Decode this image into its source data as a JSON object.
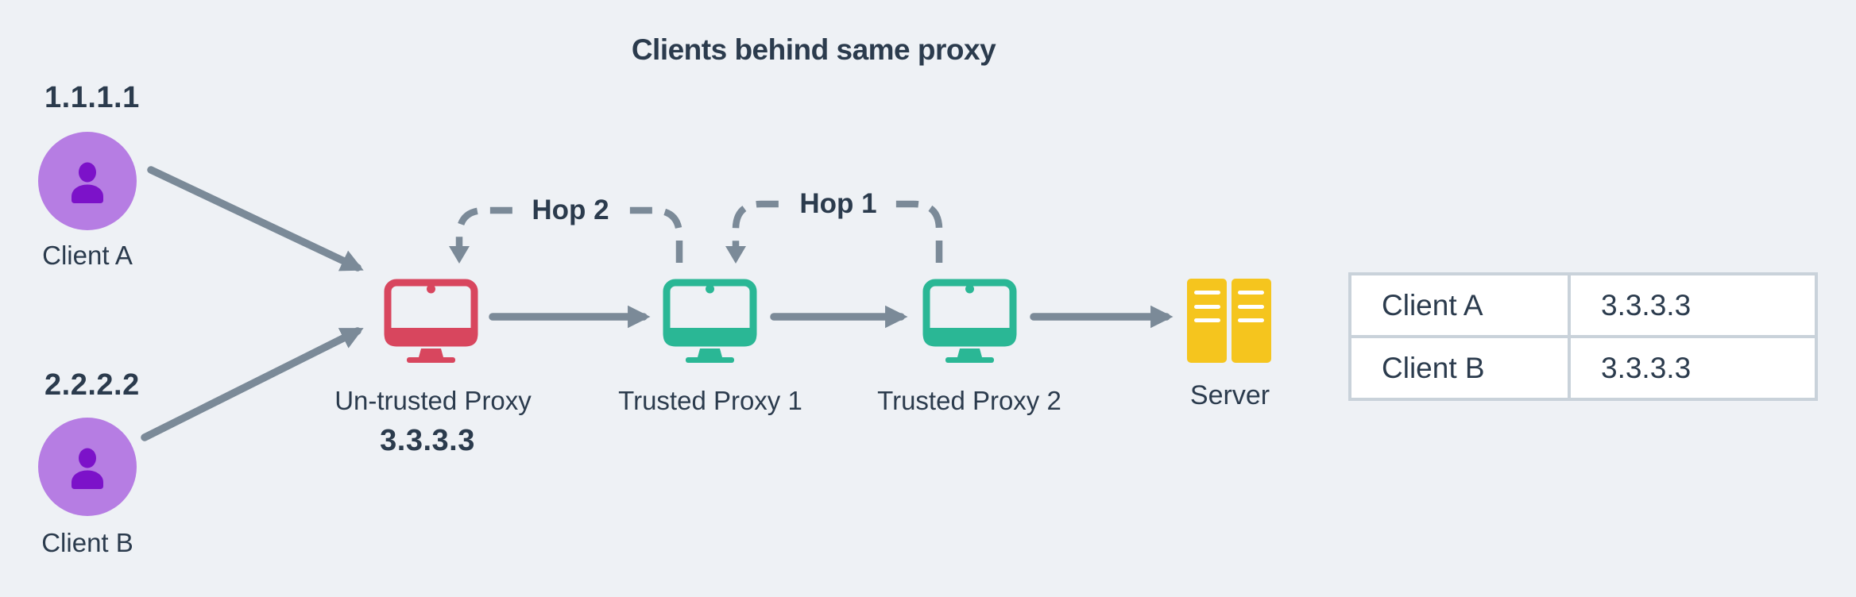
{
  "title": "Clients behind same proxy",
  "clients": [
    {
      "ip": "1.1.1.1",
      "label": "Client A"
    },
    {
      "ip": "2.2.2.2",
      "label": "Client B"
    }
  ],
  "untrusted_proxy": {
    "label": "Un-trusted Proxy",
    "ip": "3.3.3.3"
  },
  "trusted_proxy_1": {
    "label": "Trusted Proxy 1"
  },
  "trusted_proxy_2": {
    "label": "Trusted Proxy 2"
  },
  "server": {
    "label": "Server"
  },
  "hops": {
    "hop1": "Hop 1",
    "hop2": "Hop 2"
  },
  "table": {
    "rows": [
      {
        "client": "Client A",
        "ip": "3.3.3.3"
      },
      {
        "client": "Client B",
        "ip": "3.3.3.3"
      }
    ]
  },
  "colors": {
    "background": "#eef1f5",
    "text": "#2b3b4d",
    "arrow": "#7b8a98",
    "client_circle": "#b67de3",
    "client_icon": "#7c12c9",
    "untrusted_proxy": "#d8465e",
    "trusted_proxy": "#2ab795",
    "server": "#f5c51e",
    "table_border": "#c9d2da",
    "cell_background": "#ffffff"
  }
}
